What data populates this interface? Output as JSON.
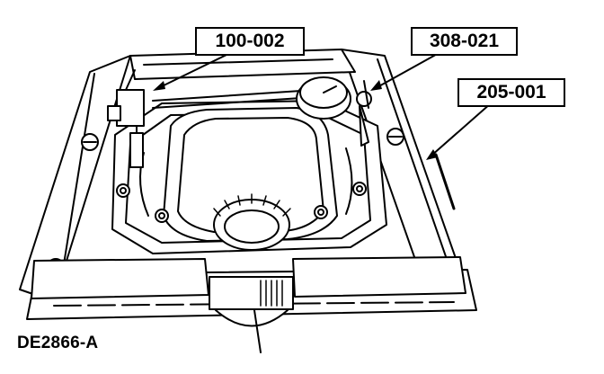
{
  "callouts": [
    {
      "label": "100-002"
    },
    {
      "label": "308-021"
    },
    {
      "label": "205-001"
    }
  ],
  "figure_id": "DE2866-A",
  "line_color": "#000000",
  "background": "#ffffff"
}
